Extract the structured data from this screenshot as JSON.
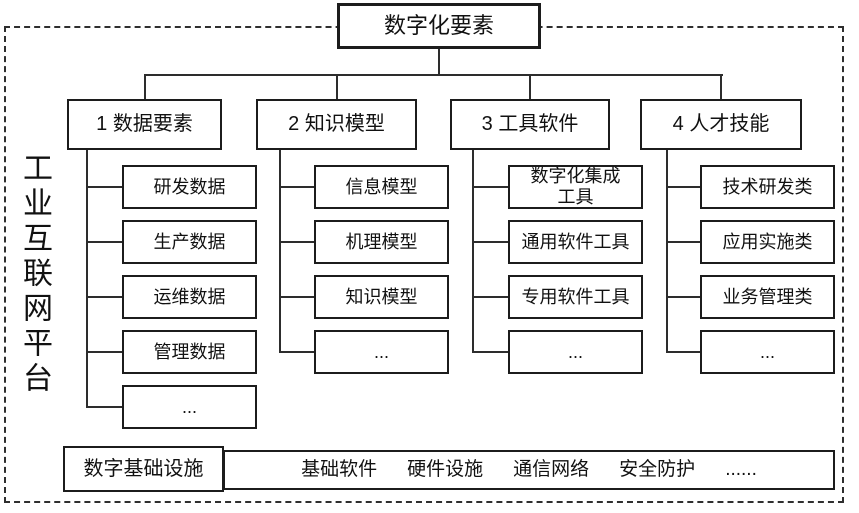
{
  "diagram": {
    "root": "数字化要素",
    "platform": "工业互联网平台",
    "columns": [
      {
        "header": "1 数据要素",
        "children": [
          "研发数据",
          "生产数据",
          "运维数据",
          "管理数据",
          "..."
        ]
      },
      {
        "header": "2 知识模型",
        "children": [
          "信息模型",
          "机理模型",
          "知识模型",
          "..."
        ]
      },
      {
        "header": "3 工具软件",
        "children": [
          "数字化集成工具",
          "通用软件工具",
          "专用软件工具",
          "..."
        ]
      },
      {
        "header": "4 人才技能",
        "children": [
          "技术研发类",
          "应用实施类",
          "业务管理类",
          "..."
        ]
      }
    ],
    "infrastructure": {
      "label": "数字基础设施",
      "items": [
        "基础软件",
        "硬件设施",
        "通信网络",
        "安全防护",
        "......"
      ]
    },
    "colors": {
      "line": "#2d2d2d",
      "text": "#111111",
      "background": "#ffffff"
    }
  }
}
